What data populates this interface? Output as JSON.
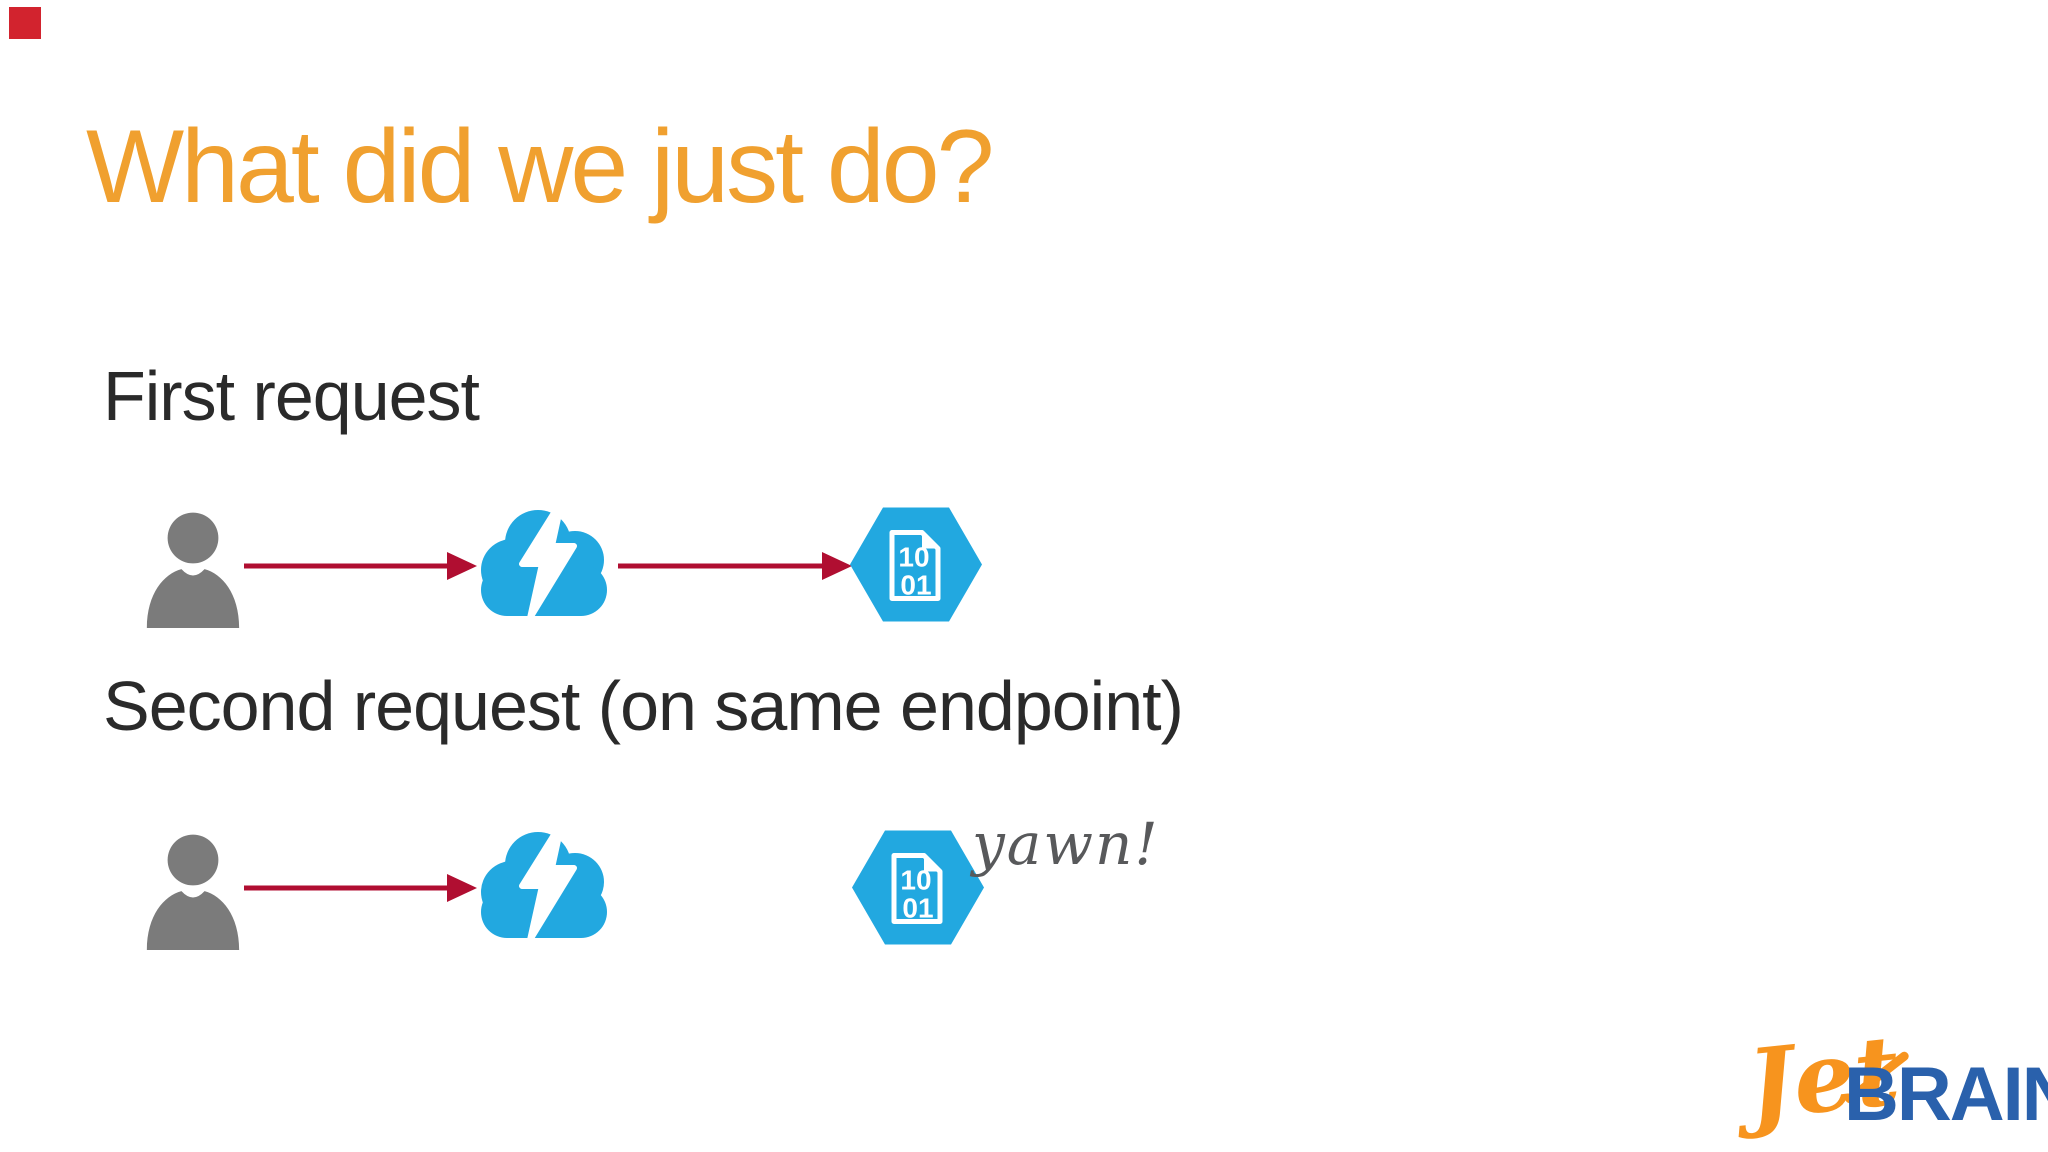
{
  "slide": {
    "title": "What did we just do?"
  },
  "rows": [
    {
      "label": "First request",
      "annotation": ""
    },
    {
      "label": "Second request (on same endpoint)",
      "annotation": "yawn!"
    }
  ],
  "endpoint_icon": {
    "binary_line1": "10",
    "binary_line2": "01"
  },
  "logo": {
    "jet": "Jet",
    "brains": "BRAINS"
  },
  "colors": {
    "title_orange": "#f0a02f",
    "label_dark": "#2a2a2a",
    "icon_blue": "#22a8e0",
    "person_gray": "#7b7b7b",
    "arrow_crimson": "#b00e31",
    "annotation_gray": "#58595b",
    "corner_marker_red": "#d2232e",
    "logo_orange": "#f7941e",
    "logo_blue": "#2a61ac"
  }
}
